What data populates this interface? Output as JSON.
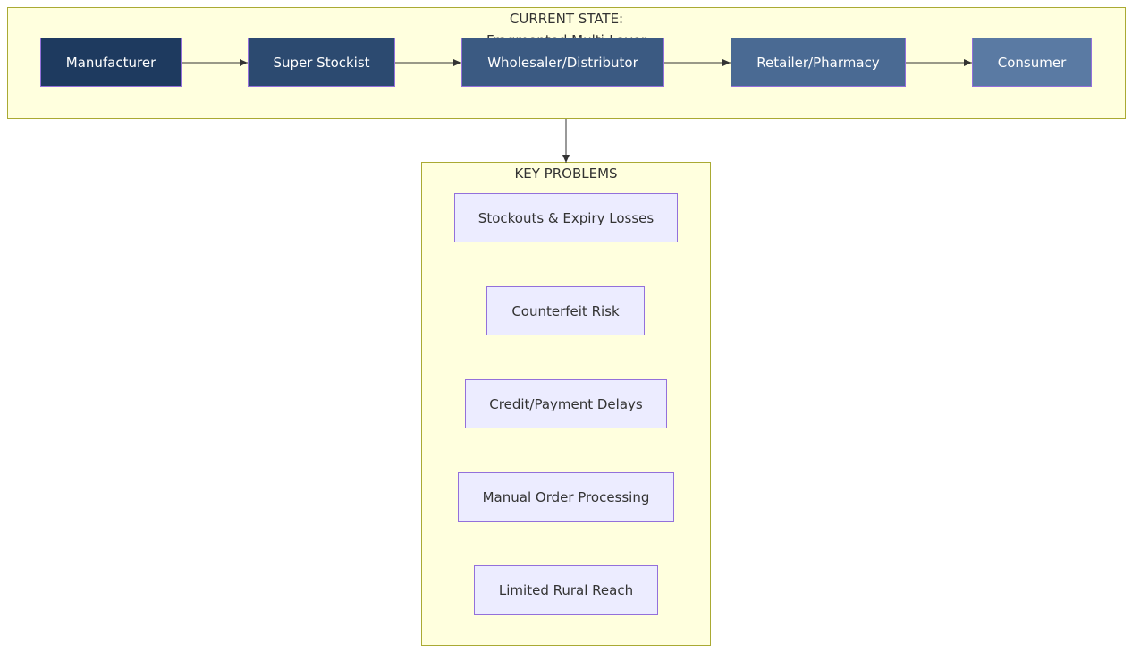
{
  "clusters": {
    "current_state": {
      "title_line1": "CURRENT STATE:",
      "title_line2": "Fragmented Multi-Layer"
    },
    "key_problems": {
      "title": "KEY PROBLEMS"
    }
  },
  "flow": [
    {
      "label": "Manufacturer",
      "color": "#1e3a5f"
    },
    {
      "label": "Super Stockist",
      "color": "#2c4a70"
    },
    {
      "label": "Wholesaler/Distributor",
      "color": "#3b5a82"
    },
    {
      "label": "Retailer/Pharmacy",
      "color": "#4a6a93"
    },
    {
      "label": "Consumer",
      "color": "#5a7aa3"
    }
  ],
  "problems": [
    "Stockouts & Expiry Losses",
    "Counterfeit Risk",
    "Credit/Payment Delays",
    "Manual Order Processing",
    "Limited Rural Reach"
  ],
  "colors": {
    "cluster_fill": "#ffffde",
    "cluster_border": "#aaaa33",
    "problem_fill": "#ececff",
    "node_border": "#9370db",
    "edge": "#333333"
  }
}
